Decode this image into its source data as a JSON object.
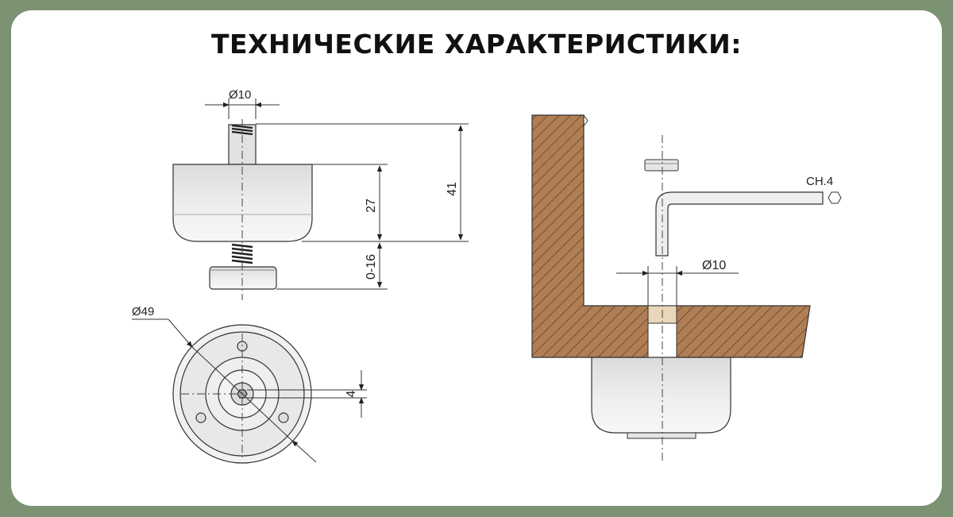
{
  "title": "ТЕХНИЧЕСКИЕ ХАРАКТЕРИСТИКИ:",
  "dimensions": {
    "stem_diameter": "Ø10",
    "total_height": "41",
    "body_height": "27",
    "adjust_range": "0-16",
    "base_diameter": "Ø49",
    "hex_size": "4",
    "hole_diameter": "Ø10",
    "wrench": "CH.4"
  },
  "colors": {
    "background": "#7c9373",
    "wood": "#b07e55",
    "line": "#333333"
  }
}
